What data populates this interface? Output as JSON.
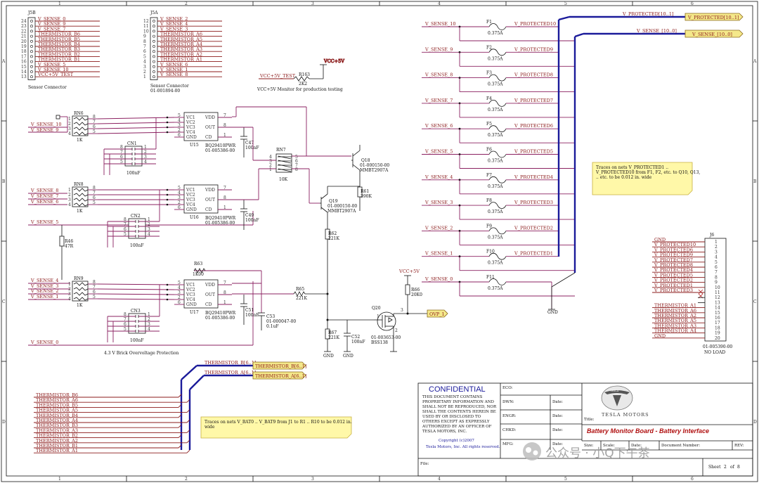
{
  "border": {
    "cols": [
      "1",
      "2",
      "3",
      "4",
      "5",
      "6"
    ],
    "rows": [
      "A",
      "B",
      "C",
      "D"
    ]
  },
  "j5b": {
    "ref": "J5B",
    "desc": "Sensor Connector",
    "pins": [
      {
        "n": "24",
        "net": "V_SENSE_0"
      },
      {
        "n": "23",
        "net": "V_SENSE_9"
      },
      {
        "n": "22",
        "net": "V_SENSE_7"
      },
      {
        "n": "21",
        "net": "THERMISTOR_B6"
      },
      {
        "n": "20",
        "net": "THERMISTOR_B5"
      },
      {
        "n": "19",
        "net": "THERMISTOR_B4"
      },
      {
        "n": "18",
        "net": "THERMISTOR_B3"
      },
      {
        "n": "17",
        "net": "THERMISTOR_B2"
      },
      {
        "n": "16",
        "net": "THERMISTOR_B1"
      },
      {
        "n": "15",
        "net": "V_SENSE_5"
      },
      {
        "n": "14",
        "net": "V_SENSE_10"
      },
      {
        "n": "13",
        "net": "VCC+5V_TEST"
      }
    ]
  },
  "j5a": {
    "ref": "J5A",
    "desc": "Sensor Connector",
    "pn": "01-001894-00",
    "pins": [
      {
        "n": "12",
        "net": "V_SENSE_2"
      },
      {
        "n": "11",
        "net": "V_SENSE_4"
      },
      {
        "n": "10",
        "net": "V_SENSE_3"
      },
      {
        "n": "9",
        "net": "THERMISTOR_A6"
      },
      {
        "n": "8",
        "net": "THERMISTOR_A5"
      },
      {
        "n": "7",
        "net": "THERMISTOR_A4"
      },
      {
        "n": "6",
        "net": "THERMISTOR_A3"
      },
      {
        "n": "5",
        "net": "THERMISTOR_A2"
      },
      {
        "n": "4",
        "net": "THERMISTOR_A1"
      },
      {
        "n": "3",
        "net": "V_SENSE_6"
      },
      {
        "n": "2",
        "net": "V_SENSE_1"
      },
      {
        "n": "1",
        "net": "V_SENSE_8"
      }
    ]
  },
  "vcc_test": {
    "net_left": "VCC+5V_TEST",
    "res_ref": "R163",
    "res_val": "2K2",
    "rail": "VCC+5V",
    "caption": "VCC+5V Monitor for production testing"
  },
  "upper_inputs": {
    "u15": [
      "V_SENSE_10",
      "V_SENSE_9"
    ],
    "u16": [
      "V_SENSE_8",
      "V_SENSE_7",
      "V_SENSE_6"
    ],
    "mid": "V_SENSE_5",
    "u17": [
      "V_SENSE_4",
      "V_SENSE_3",
      "V_SENSE_2",
      "V_SENSE_1"
    ],
    "bottom": "V_SENSE_0"
  },
  "ics": [
    {
      "ref": "U15",
      "part": "BQ29410PWR",
      "pn": "01-005386-00",
      "cap_ref": "C47",
      "cap_val": "100nF",
      "rn_ref": "RN6",
      "rn_val": "1K",
      "cn_ref": "CN1",
      "cn_val": "100nF"
    },
    {
      "ref": "U16",
      "part": "BQ29410PWR",
      "pn": "01-005386-00",
      "cap_ref": "C49",
      "cap_val": "100nF",
      "rn_ref": "RN8",
      "rn_val": "1K",
      "cn_ref": "CN2",
      "cn_val": "100nF"
    },
    {
      "ref": "U17",
      "part": "BQ29410PWR",
      "pn": "01-005386-00",
      "cap_ref": "C51",
      "cap_val": "100nF",
      "rn_ref": "RN9",
      "rn_val": "1K",
      "cn_ref": "CN3",
      "cn_val": "100nF"
    }
  ],
  "ic_pins": {
    "left": [
      "VC1",
      "VC2",
      "VC3",
      "VC4",
      "GND"
    ],
    "right": [
      "VDD",
      "OUT",
      "CD"
    ],
    "left_nums": [
      "5",
      "4",
      "3",
      "2",
      "6"
    ],
    "right_nums": [
      "7",
      "8",
      "1"
    ]
  },
  "parts": {
    "rn7": {
      "ref": "RN7",
      "val": "10K"
    },
    "q18": {
      "ref": "Q18",
      "pn": "01-000150-00",
      "part": "MMBT2907A"
    },
    "q19": {
      "ref": "Q19",
      "pn": "01-000150-00",
      "part": "MMBT2907A"
    },
    "r61": {
      "ref": "R61",
      "val": "390K"
    },
    "r62": {
      "ref": "R62",
      "val": "221K"
    },
    "r46": {
      "ref": "R46",
      "val": "47R"
    },
    "r63": {
      "ref": "R63",
      "val": "1K00"
    },
    "r65": {
      "ref": "R65",
      "val": "221K"
    },
    "r66": {
      "ref": "R66",
      "val": "20K0"
    },
    "r67": {
      "ref": "R67",
      "val": "221K"
    },
    "c52": {
      "ref": "C52",
      "val": "100nF"
    },
    "c53": {
      "ref": "C53",
      "pn": "01-000047-00",
      "val": "0.1uF"
    },
    "q20": {
      "ref": "Q20",
      "pn": "01-003653-00",
      "part": "BSS138"
    },
    "rail_vcc": "VCC+5V",
    "gnd": "GND",
    "ovp": "OVP_1",
    "brick_caption": "4.3 V Brick Overvoltage Protection"
  },
  "fuses": [
    {
      "in": "V_SENSE_10",
      "ref": "F1",
      "val": "0.375A",
      "out": "V_PROTECTED10"
    },
    {
      "in": "V_SENSE_9",
      "ref": "F2",
      "val": "0.375A",
      "out": "V_PROTECTED9"
    },
    {
      "in": "V_SENSE_8",
      "ref": "F3",
      "val": "0.375A",
      "out": "V_PROTECTED8"
    },
    {
      "in": "V_SENSE_7",
      "ref": "F4",
      "val": "0.375A",
      "out": "V_PROTECTED7"
    },
    {
      "in": "V_SENSE_6",
      "ref": "F5",
      "val": "0.375A",
      "out": "V_PROTECTED6"
    },
    {
      "in": "V_SENSE_5",
      "ref": "F6",
      "val": "0.375A",
      "out": "V_PROTECTED5"
    },
    {
      "in": "V_SENSE_4",
      "ref": "F7",
      "val": "0.375A",
      "out": "V_PROTECTED4"
    },
    {
      "in": "V_SENSE_3",
      "ref": "F8",
      "val": "0.375A",
      "out": "V_PROTECTED3"
    },
    {
      "in": "V_SENSE_2",
      "ref": "F9",
      "val": "0.375A",
      "out": "V_PROTECTED2"
    },
    {
      "in": "V_SENSE_1",
      "ref": "F10",
      "val": "0.375A",
      "out": "V_PROTECTED1"
    },
    {
      "in": "V_SENSE_0",
      "ref": "F11",
      "val": "0.375A",
      "out": ""
    }
  ],
  "buses": {
    "vprot_label": "V_PROTECTED[10..1]",
    "vprot_port": "V_PROTECTED[10..1]",
    "vsense_label": "V_SENSE_[10..0]",
    "vsense_port": "V_SENSE_[10..0]",
    "therm_b_label": "THERMISTOR_B[6..1]",
    "therm_b_port": "THERMISTOR_B[6..1]",
    "therm_a_label": "THERMISTOR_A[6..1]",
    "therm_a_port": "THERMISTOR_A[6..1]"
  },
  "notes": {
    "fuse_note": [
      "Traces on nets V_PROTECTED1 ..",
      "V_PROTECTED10 from F1, F2, etc. to Q10, Q13,",
      ".. etc. to be 0.012 in. wide"
    ],
    "bat_note": [
      "Traces on nets V_BAT0 .. V_BAT9 from J1 to R1 .. R10 to be 0.012 in.",
      "wide"
    ]
  },
  "j6": {
    "ref": "J6",
    "pn": "01-005390-00",
    "status": "NO LOAD",
    "pins": [
      {
        "n": "1",
        "net": "GND"
      },
      {
        "n": "2",
        "net": "V_PROTECTED10"
      },
      {
        "n": "3",
        "net": "V_PROTECTED6"
      },
      {
        "n": "4",
        "net": "V_PROTECTED9"
      },
      {
        "n": "5",
        "net": "V_PROTECTED7"
      },
      {
        "n": "6",
        "net": "V_PROTECTED8"
      },
      {
        "n": "7",
        "net": "V_PROTECTED4"
      },
      {
        "n": "8",
        "net": "V_PROTECTED5"
      },
      {
        "n": "9",
        "net": "V_PROTECTED2"
      },
      {
        "n": "10",
        "net": "V_PROTECTED1"
      },
      {
        "n": "11",
        "net": "V_PROTECTED3"
      },
      {
        "n": "12",
        "net": ""
      },
      {
        "n": "13",
        "net": ""
      },
      {
        "n": "14",
        "net": "THERMISTOR_A1"
      },
      {
        "n": "15",
        "net": "THERMISTOR_A6"
      },
      {
        "n": "16",
        "net": "THERMISTOR_A2"
      },
      {
        "n": "17",
        "net": "THERMISTOR_A5"
      },
      {
        "n": "18",
        "net": "THERMISTOR_A3"
      },
      {
        "n": "19",
        "net": "THERMISTOR_A4"
      },
      {
        "n": "20",
        "net": "GND"
      }
    ]
  },
  "therm_list": [
    "THERMISTOR_B6",
    "THERMISTOR_A6",
    "THERMISTOR_B5",
    "THERMISTOR_A5",
    "THERMISTOR_B4",
    "THERMISTOR_A4",
    "THERMISTOR_B3",
    "THERMISTOR_A3",
    "THERMISTOR_B2",
    "THERMISTOR_A2",
    "THERMISTOR_B1",
    "THERMISTOR_A1"
  ],
  "title_block": {
    "confidential": "CONFIDENTIAL",
    "legal": [
      "THIS DOCUMENT CONTAINS",
      "PROPRIETARY INFORMATION AND",
      "SHALL NOT BE REPRODUCED, NOR",
      "SHALL THE CONTENTS HEREIN BE",
      "USED BY OR DISCLOSED TO",
      "OTHERS EXCEPT AS EXPRESSLY",
      "AUTHORIZED BY AN OFFICER OF",
      "TESLA MOTORS, INC."
    ],
    "copyright": "Copyright (c)2007",
    "rights": "Tesla Motors, Inc. All rights reserved.",
    "fields": {
      "eco": "ECO:",
      "dwn": "DWN:",
      "engr": "ENGR:",
      "chkd": "CHKD:",
      "mfg": "MFG:",
      "date": "Date:",
      "file": "File:",
      "title": "Title:",
      "size": "Size:",
      "scale": "Scale:",
      "docnum": "Document Number:",
      "rev": "REV:"
    },
    "logo_text": "TESLA",
    "brand": "TESLA MOTORS",
    "doc_title": "Battery Monitor Board - Battery Interface",
    "sheet": "Sheet",
    "sheet_num": "2",
    "of": "of",
    "sheet_total": "8",
    "watermark": "公众号 · 小Q下午茶"
  }
}
